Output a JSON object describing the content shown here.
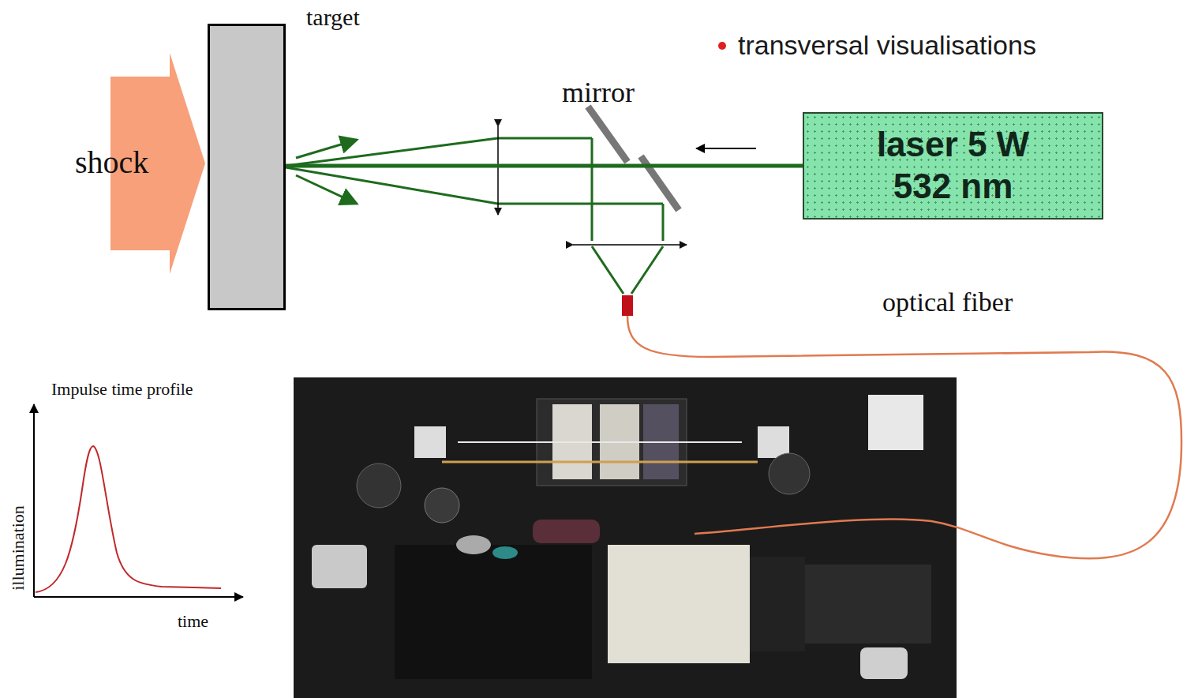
{
  "diagram": {
    "nodes": [
      {
        "text": [
          "target"
        ]
      },
      {
        "text": [
          "laser 5 W 532 nm"
        ]
      },
      {
        "text": [
          "shock"
        ]
      }
    ],
    "edges": [
      {
        "from": 1,
        "to": 0,
        "arrow": "none"
      }
    ],
    "labels": [
      "transversal visualisations",
      "mirror",
      "optical fiber",
      "Impulse time profile",
      "illumination",
      "time"
    ]
  }
}
